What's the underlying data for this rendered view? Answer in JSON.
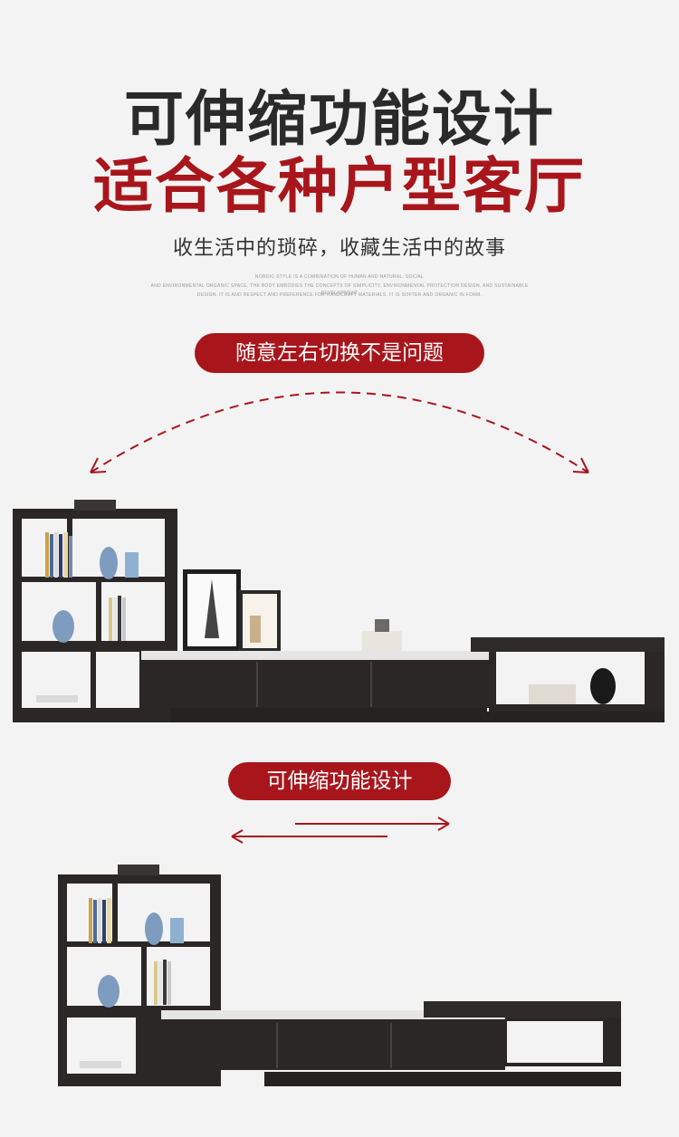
{
  "header": {
    "title_line1": "可伸缩功能设计",
    "title_line2": "适合各种户型客厅",
    "subtitle": "收生活中的琐碎，收藏生活中的故事",
    "fine_print": [
      "NORDIC STYLE IS A COMBINATION OF HUMAN AND NATURAL, SOCIAL",
      "AND ENVIRONMENTAL ORGANIC SPACE, THE BODY EMBODIES THE CONCEPTS OF SIMPLICITY, ENVIRONMENTAL PROTECTION DESIGN, AND SUSTAINABLE DEVELOPMENT",
      "DESIGN. IT IS AND RESPECT AND PREFERENCE FOR HANDCRAFT MATERIALS. IT IS SOFTER AND ORGANIC IN FORM."
    ]
  },
  "badges": {
    "switch_label": "随意左右切换不是问题",
    "extend_label": "可伸缩功能设计"
  },
  "colors": {
    "accent": "#a8161c",
    "dark_wood": "#2b2726",
    "background": "#f3f3f3"
  },
  "icons": {
    "curved_arrow": "double-headed-dashed-arc-arrow",
    "extend_arrows": "opposite-direction-arrows"
  }
}
